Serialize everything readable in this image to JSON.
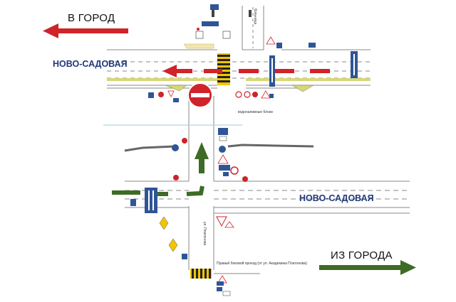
{
  "directions": {
    "to_city": "В ГОРОД",
    "from_city": "ИЗ ГОРОДА"
  },
  "streets": {
    "main_top": "НОВО-САДОВАЯ",
    "main_bottom": "НОВО-САДОВАЯ",
    "side_street": "ул. Платонова",
    "hospital_street": "больница",
    "service_road": "Правый боковой проезд (от ул. Академика Платонова)"
  },
  "annotations": {
    "sign_cluster_note": "водоналивные блоки"
  },
  "colors": {
    "inbound_arrow": "#d0232a",
    "outbound_arrow": "#3e6b26",
    "road_line": "#8a8a8a",
    "tram_track": "#666666",
    "sign_blue": "#2f5597",
    "sign_red": "#d0232a",
    "street_label": "#1f3a7a"
  },
  "icons": [
    "no-entry-sign-icon",
    "straight-arrow-icon",
    "direction-arrow-icon",
    "sign-cluster-icon",
    "crosswalk-icon",
    "traffic-light-icon",
    "lane-sign-icon"
  ]
}
